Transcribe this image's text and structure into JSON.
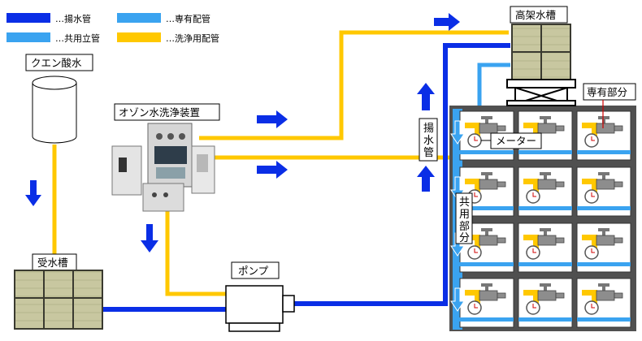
{
  "legend": {
    "items": [
      {
        "label": "…揚水管",
        "color": "#0a2ee6"
      },
      {
        "label": "…専有配管",
        "color": "#3aa3f0"
      },
      {
        "label": "…共用立管",
        "color": "#3aa3f0"
      },
      {
        "label": "…洗浄用配管",
        "color": "#ffc800"
      }
    ]
  },
  "labels": {
    "citric_acid": "クエン酸水",
    "ozone_unit": "オゾン水洗浄装置",
    "receiving_tank": "受水槽",
    "pump": "ポンプ",
    "elevated_tank": "高架水槽",
    "private_section": "専有部分",
    "meter": "メーター",
    "lift_pipe": [
      "揚",
      "水",
      "管"
    ],
    "common_section": [
      "共",
      "用",
      "部",
      "分"
    ]
  },
  "colors": {
    "lift": "#0a2ee6",
    "riser": "#3aa3f0",
    "wash": "#ffc800",
    "tank": "#c8c7a0",
    "building": "#505050"
  }
}
